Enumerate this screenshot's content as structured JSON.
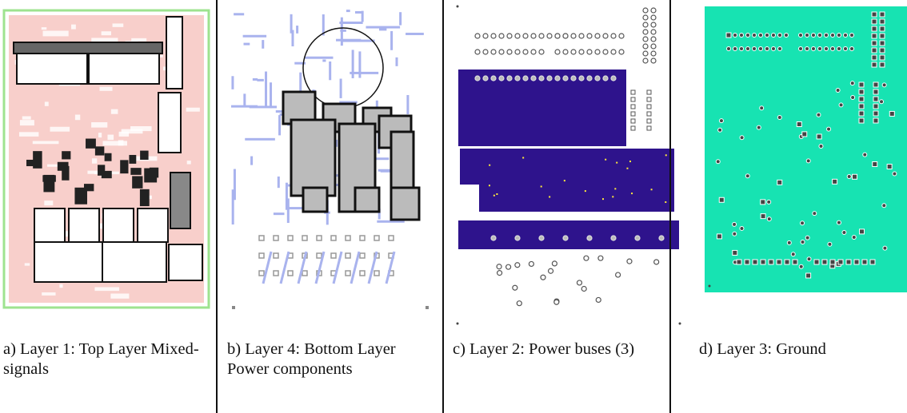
{
  "panels": [
    {
      "caption": "a) Layer 1: Top Layer Mixed-signals"
    },
    {
      "caption": "b) Layer 4: Bottom Layer Power components"
    },
    {
      "caption": "c) Layer 2: Power buses (3)"
    },
    {
      "caption": "d) Layer 3: Ground"
    }
  ],
  "colors": {
    "layer1_board": "#f2a7a0",
    "layer1_outline": "#9ee38f",
    "layer4_traces": "#a9b3ee",
    "layer2_copper": "#2e138c",
    "layer3_copper": "#17e3b2"
  }
}
